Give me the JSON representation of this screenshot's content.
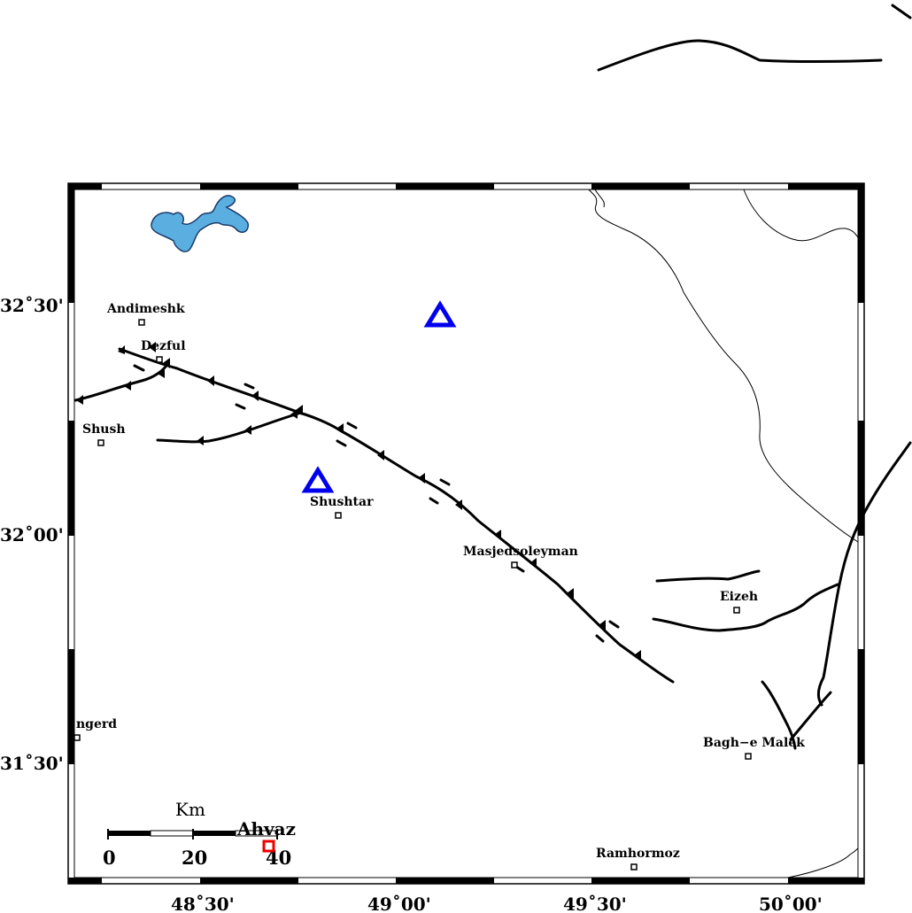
{
  "map": {
    "colors": {
      "station": "#0000ee",
      "lake": "#5aaee0",
      "ahvaz_marker": "#ee0000",
      "fault": "#000000",
      "frame": "#000000"
    },
    "lon_labels": [
      "48˚30'",
      "49˚00'",
      "49˚30'",
      "50˚00'"
    ],
    "lat_labels": [
      "32˚30'",
      "32˚00'",
      "31˚30'"
    ],
    "cities": [
      {
        "name": "Andimeshk"
      },
      {
        "name": "Dezful"
      },
      {
        "name": "Shush"
      },
      {
        "name": "Shushtar"
      },
      {
        "name": "Masjedsoleyman"
      },
      {
        "name": "Eizeh"
      },
      {
        "name": "ngerd"
      },
      {
        "name": "Bagh−e Malek"
      },
      {
        "name": "Ramhormoz"
      }
    ],
    "highlight_city": {
      "name": "Ahvaz",
      "icon": "square-marker-icon"
    },
    "stations": [
      {
        "icon": "triangle-icon"
      },
      {
        "icon": "triangle-icon"
      }
    ],
    "scale_bar": {
      "unit": "Km",
      "ticks": [
        "0",
        "20",
        "40"
      ]
    },
    "features": [
      "lake",
      "thrust-faults",
      "faults",
      "boundary-lines"
    ]
  }
}
